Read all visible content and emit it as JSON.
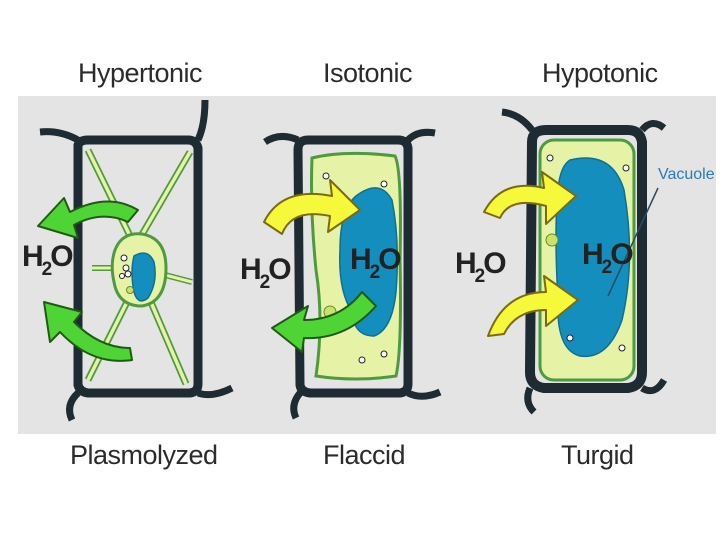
{
  "panels": [
    {
      "heading": "Hypertonic",
      "caption": "Plasmolyzed",
      "water_label": "H",
      "water_sub": "2",
      "water_tail": "O"
    },
    {
      "heading": "Isotonic",
      "caption": "Flaccid",
      "water_label": "H",
      "water_sub": "2",
      "water_tail": "O"
    },
    {
      "heading": "Hypotonic",
      "caption": "Turgid",
      "water_label": "H",
      "water_sub": "2",
      "water_tail": "O"
    }
  ],
  "inner_labels": {
    "isotonic_vacuole": {
      "main": "H",
      "sub": "2",
      "tail": "O"
    },
    "hypotonic_vacuole": {
      "main": "H",
      "sub": "2",
      "tail": "O"
    },
    "vacuole_callout": "Vacuole"
  },
  "colors": {
    "band": "#e4e4e4",
    "cell_wall": "#1f2b33",
    "cytoplasm": "#e6f2a5",
    "membrane_green": "#4e9a3f",
    "vacuole": "#148fbd",
    "arrow_green": "#4fd435",
    "arrow_yellow": "#f6f93a",
    "callout": "#2a7ab8"
  }
}
